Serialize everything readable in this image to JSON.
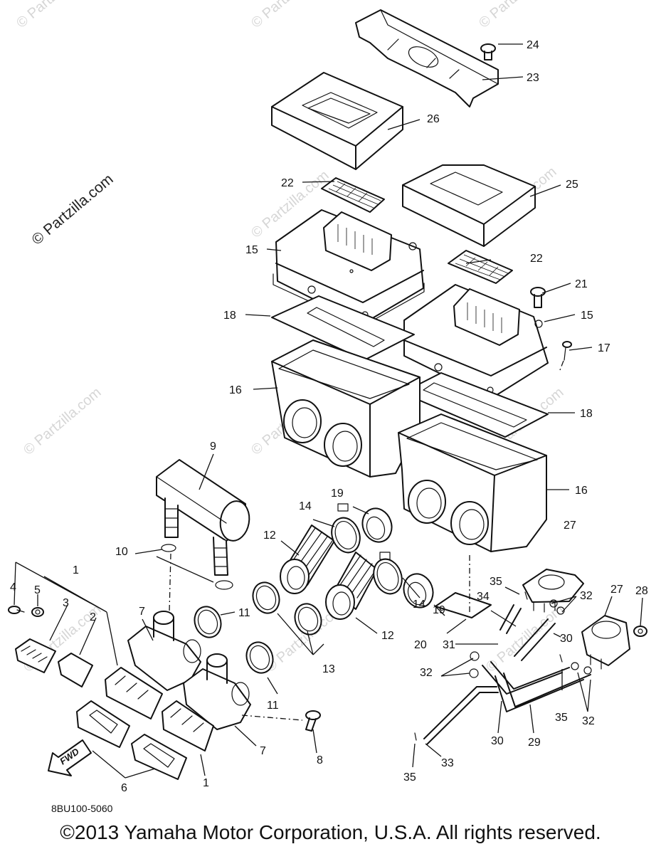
{
  "watermark": "© Partzilla.com",
  "diagram_code": "8BU100-5060",
  "fwd_label": "FWD",
  "copyright": "©2013 Yamaha Motor Corporation, U.S.A. All rights reserved.",
  "callouts": {
    "c1a": "1",
    "c1b": "1",
    "c2": "2",
    "c3": "3",
    "c4": "4",
    "c5": "5",
    "c6": "6",
    "c7a": "7",
    "c7b": "7",
    "c8": "8",
    "c9": "9",
    "c10": "10",
    "c11a": "11",
    "c11b": "11",
    "c12a": "12",
    "c12b": "12",
    "c13": "13",
    "c14a": "14",
    "c14b": "14",
    "c15a": "15",
    "c15b": "15",
    "c16a": "16",
    "c16b": "16",
    "c17": "17",
    "c18a": "18",
    "c18b": "18",
    "c19a": "19",
    "c19b": "19",
    "c20": "20",
    "c21": "21",
    "c22a": "22",
    "c22b": "22",
    "c23": "23",
    "c24": "24",
    "c25": "25",
    "c26": "26",
    "c27a": "27",
    "c27b": "27",
    "c28": "28",
    "c29": "29",
    "c30a": "30",
    "c30b": "30",
    "c31": "31",
    "c32a": "32",
    "c32b": "32",
    "c32c": "32",
    "c33": "33",
    "c34": "34",
    "c35a": "35",
    "c35b": "35",
    "c35c": "35"
  }
}
